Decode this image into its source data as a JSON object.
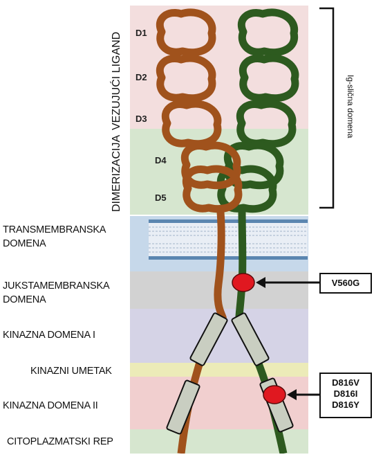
{
  "regions": {
    "ig_like_label": "Ig-slična domena",
    "ligand_label": "VEZUJUĆI LIGAND",
    "dimerization_label": "DIMERIZACIJA"
  },
  "ig_domains": [
    "D1",
    "D2",
    "D3",
    "D4",
    "D5"
  ],
  "domain_labels": [
    "TRANSMEMBRANSKA\nDOMENA",
    "JUKSTAMEMBRANSKA\nDOMENA",
    "KINAZNA DOMENA I",
    "KINAZNI UMETAK",
    "KINAZNA DOMENA II",
    "CITOPLAZMATSKI REP"
  ],
  "mutations": {
    "jm": [
      "V560G"
    ],
    "kinase": [
      "D816V",
      "D816I",
      "D816Y"
    ]
  },
  "colors": {
    "chain_left": "#a0521c",
    "chain_right": "#2d5a1f",
    "mutation_dot": "#e01820",
    "bg_ligand": "#f3dede",
    "bg_dimer": "#d6e6cf",
    "bg_tm": "#c6d8ea",
    "bg_jm": "#d2d2d2",
    "bg_k1": "#d5d3e6",
    "bg_insert": "#ecebb8",
    "bg_k2": "#f1cfcf",
    "bg_tail": "#d6e6cf"
  }
}
